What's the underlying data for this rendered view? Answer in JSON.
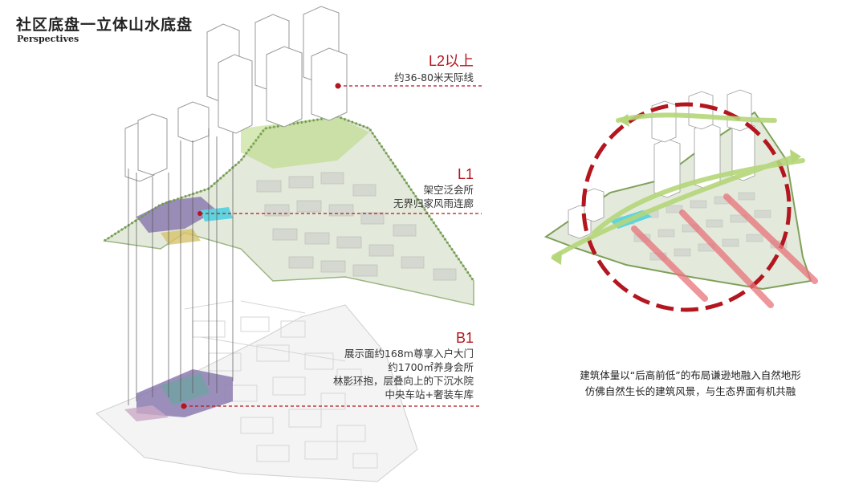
{
  "header": {
    "title": "社区底盘一立体山水底盘",
    "subtitle": "Perspectives"
  },
  "levels": [
    {
      "id": "l2",
      "title": "L2以上",
      "lines": [
        "约36-80米天际线"
      ]
    },
    {
      "id": "l1",
      "title": "L1",
      "lines": [
        "架空泛会所",
        "无界归家风雨连廊"
      ]
    },
    {
      "id": "b1",
      "title": "B1",
      "lines": [
        "展示面约168m尊享入户大门",
        "约1700㎡养身会所",
        "林影环抱，层叠向上的下沉水院",
        "中央车站+奢装车库"
      ]
    }
  ],
  "caption": {
    "lines": [
      "建筑体量以“后高前低”的布局谦逊地融入自然地形",
      "仿佛自然生长的建筑风景，与生态界面有机共融"
    ]
  },
  "colors": {
    "accent_red": "#b3161e",
    "green": "#7fb24a",
    "light_green": "#b5d77a",
    "cyan": "#5fd4e0",
    "purple": "#8c7bb0"
  }
}
